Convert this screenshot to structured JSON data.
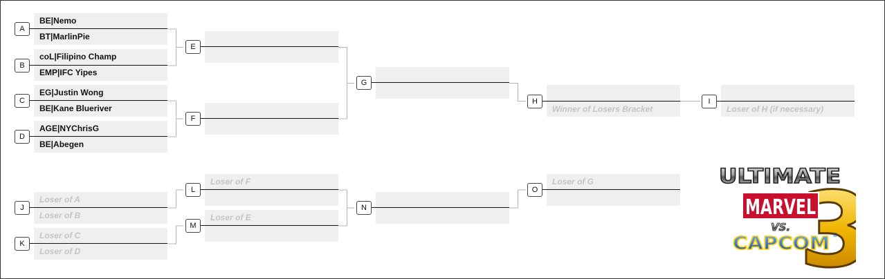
{
  "matches": {
    "A": {
      "label": "A",
      "slot1": "BE|Nemo",
      "slot2": "BT|MarlinPie"
    },
    "B": {
      "label": "B",
      "slot1": "coL|Filipino Champ",
      "slot2": "EMP|IFC Yipes"
    },
    "C": {
      "label": "C",
      "slot1": "EG|Justin Wong",
      "slot2": "BE|Kane Blueriver"
    },
    "D": {
      "label": "D",
      "slot1": "AGE|NYChrisG",
      "slot2": "BE|Abegen"
    },
    "E": {
      "label": "E",
      "slot1": "",
      "slot2": ""
    },
    "F": {
      "label": "F",
      "slot1": "",
      "slot2": ""
    },
    "G": {
      "label": "G",
      "slot1": "",
      "slot2": ""
    },
    "H": {
      "label": "H",
      "slot1": "",
      "slot2": "Winner of Losers Bracket"
    },
    "I": {
      "label": "I",
      "slot1": "",
      "slot2": "Loser of H (if necessary)"
    },
    "J": {
      "label": "J",
      "slot1": "Loser of A",
      "slot2": "Loser of B"
    },
    "K": {
      "label": "K",
      "slot1": "Loser of C",
      "slot2": "Loser of D"
    },
    "L": {
      "label": "L",
      "slot1": "Loser of F",
      "slot2": ""
    },
    "M": {
      "label": "M",
      "slot1": "Loser of E",
      "slot2": ""
    },
    "N": {
      "label": "N",
      "slot1": "",
      "slot2": ""
    },
    "O": {
      "label": "O",
      "slot1": "Loser of G",
      "slot2": ""
    }
  },
  "logo": {
    "line1": "ULTIMATE",
    "line2": "MARVEL",
    "line3": "VS.",
    "line4": "CAPCOM",
    "numeral": "3",
    "mark": "®"
  }
}
